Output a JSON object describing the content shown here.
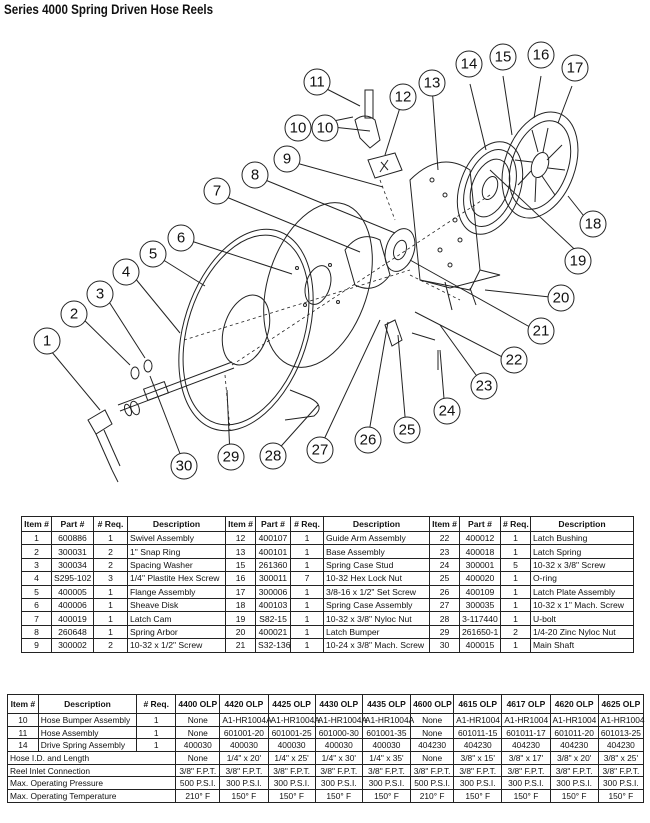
{
  "title": "Series 4000 Spring Driven Hose Reels",
  "callouts": [
    "1",
    "2",
    "3",
    "4",
    "5",
    "6",
    "7",
    "8",
    "9",
    "10",
    "10",
    "11",
    "12",
    "13",
    "14",
    "15",
    "16",
    "17",
    "18",
    "19",
    "20",
    "21",
    "22",
    "23",
    "24",
    "25",
    "26",
    "27",
    "28",
    "29",
    "30"
  ],
  "parts_table": {
    "headers": [
      "Item #",
      "Part #",
      "# Req.",
      "Description",
      "Item #",
      "Part #",
      "# Req.",
      "Description",
      "Item #",
      "Part #",
      "# Req.",
      "Description"
    ],
    "rows": [
      [
        [
          "1",
          "600886",
          "1",
          "Swivel Assembly"
        ],
        [
          "12",
          "400107",
          "1",
          "Guide Arm Assembly"
        ],
        [
          "22",
          "400012",
          "1",
          "Latch Bushing"
        ]
      ],
      [
        [
          "2",
          "300031",
          "2",
          "1\" Snap Ring"
        ],
        [
          "13",
          "400101",
          "1",
          "Base Assembly"
        ],
        [
          "23",
          "400018",
          "1",
          "Latch Spring"
        ]
      ],
      [
        [
          "3",
          "300034",
          "2",
          "Spacing Washer"
        ],
        [
          "15",
          "261360",
          "1",
          "Spring Case Stud"
        ],
        [
          "24",
          "300001",
          "5",
          "10-32 x 3/8\" Screw"
        ]
      ],
      [
        [
          "4",
          "S295-102",
          "3",
          "1/4\" Plastite Hex Screw"
        ],
        [
          "16",
          "300011",
          "7",
          "10-32 Hex Lock Nut"
        ],
        [
          "25",
          "400020",
          "1",
          "O-ring"
        ]
      ],
      [
        [
          "5",
          "400005",
          "1",
          "Flange Assembly"
        ],
        [
          "17",
          "300006",
          "1",
          "3/8-16 x 1/2\" Set Screw"
        ],
        [
          "26",
          "400109",
          "1",
          "Latch Plate Assembly"
        ]
      ],
      [
        [
          "6",
          "400006",
          "1",
          "Sheave Disk"
        ],
        [
          "18",
          "400103",
          "1",
          "Spring Case Assembly"
        ],
        [
          "27",
          "300035",
          "1",
          "10-32 x 1\" Mach. Screw"
        ]
      ],
      [
        [
          "7",
          "400019",
          "1",
          "Latch Cam"
        ],
        [
          "19",
          "S82-15",
          "1",
          "10-32 x 3/8\" Nyloc Nut"
        ],
        [
          "28",
          "3-117440",
          "1",
          "U-bolt"
        ]
      ],
      [
        [
          "8",
          "260648",
          "1",
          "Spring Arbor"
        ],
        [
          "20",
          "400021",
          "1",
          "Latch Bumper"
        ],
        [
          "29",
          "261650-1",
          "2",
          "1/4-20 Zinc Nyloc Nut"
        ]
      ],
      [
        [
          "9",
          "300002",
          "2",
          "10-32 x 1/2\" Screw"
        ],
        [
          "21",
          "S32-136",
          "1",
          "10-24 x 3/8\" Mach. Screw"
        ],
        [
          "30",
          "400015",
          "1",
          "Main Shaft"
        ]
      ]
    ]
  },
  "model_table": {
    "headers": [
      "Item #",
      "Description",
      "# Req.",
      "4400 OLP",
      "4420 OLP",
      "4425 OLP",
      "4430 OLP",
      "4435 OLP",
      "4600 OLP",
      "4615 OLP",
      "4617 OLP",
      "4620 OLP",
      "4625 OLP"
    ],
    "item_rows": [
      [
        "10",
        "Hose Bumper Assembly",
        "1",
        "None",
        "A1-HR1004A",
        "A1-HR1004A",
        "A1-HR1004A",
        "A1-HR1004A",
        "None",
        "A1-HR1004",
        "A1-HR1004",
        "A1-HR1004",
        "A1-HR1004"
      ],
      [
        "11",
        "Hose Assembly",
        "1",
        "None",
        "601001-20",
        "601001-25",
        "601000-30",
        "601001-35",
        "None",
        "601011-15",
        "601011-17",
        "601011-20",
        "601013-25"
      ],
      [
        "14",
        "Drive Spring Assembly",
        "1",
        "400030",
        "400030",
        "400030",
        "400030",
        "400030",
        "404230",
        "404230",
        "404230",
        "404230",
        "404230"
      ]
    ],
    "spec_rows": [
      [
        "Hose I.D. and Length",
        "None",
        "1/4\" x 20'",
        "1/4\" x 25'",
        "1/4\" x 30'",
        "1/4\" x 35'",
        "None",
        "3/8\" x 15'",
        "3/8\" x 17'",
        "3/8\" x 20'",
        "3/8\" x 25'"
      ],
      [
        "Reel Inlet Connection",
        "3/8\" F.P.T.",
        "3/8\" F.P.T.",
        "3/8\" F.P.T.",
        "3/8\" F.P.T.",
        "3/8\" F.P.T.",
        "3/8\" F.P.T.",
        "3/8\" F.P.T.",
        "3/8\" F.P.T.",
        "3/8\" F.P.T.",
        "3/8\" F.P.T."
      ],
      [
        "Max. Operating Pressure",
        "500 P.S.I.",
        "300 P.S.I.",
        "300 P.S.I.",
        "300 P.S.I.",
        "300 P.S.I.",
        "500 P.S.I.",
        "300 P.S.I.",
        "300 P.S.I.",
        "300 P.S.I.",
        "300 P.S.I."
      ],
      [
        "Max. Operating Temperature",
        "210° F",
        "150° F",
        "150° F",
        "150° F",
        "150° F",
        "210° F",
        "150° F",
        "150° F",
        "150° F",
        "150° F"
      ]
    ]
  }
}
